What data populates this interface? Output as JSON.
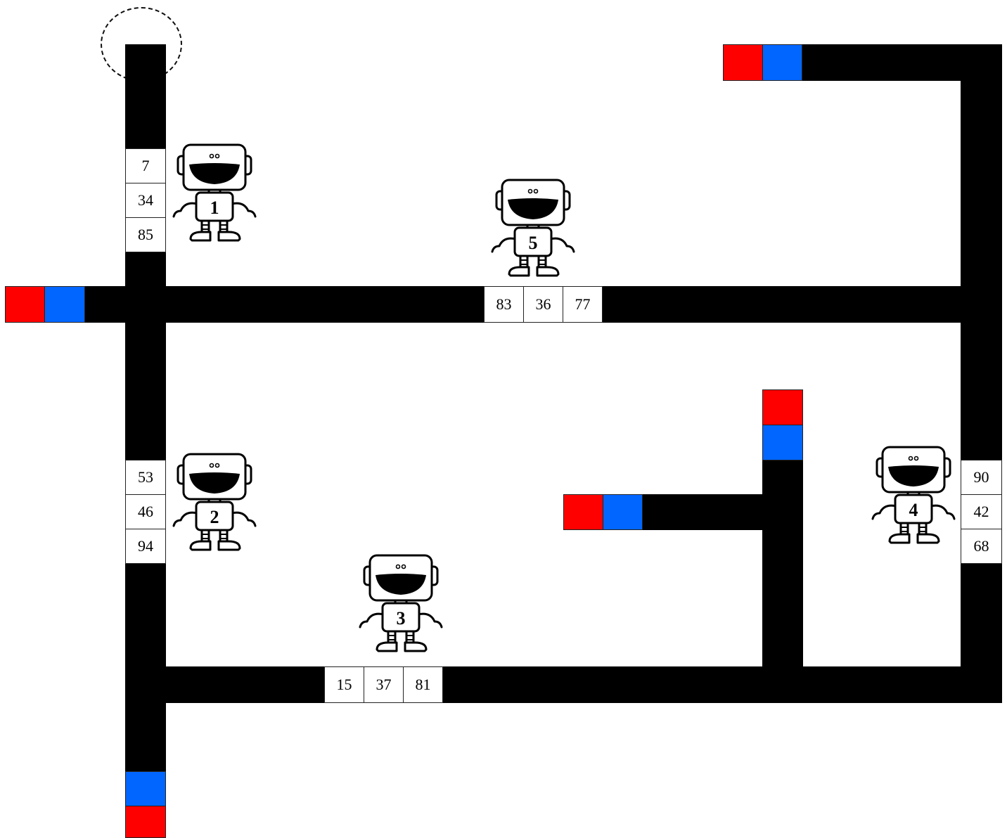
{
  "colors": {
    "road": "#000000",
    "red": "#ff0000",
    "blue": "#0066ff"
  },
  "robots": [
    {
      "number": "1"
    },
    {
      "number": "2"
    },
    {
      "number": "3"
    },
    {
      "number": "4"
    },
    {
      "number": "5"
    }
  ],
  "number_cells": {
    "robot1": [
      "7",
      "34",
      "85"
    ],
    "robot5": [
      "83",
      "36",
      "77"
    ],
    "robot2": [
      "53",
      "46",
      "94"
    ],
    "robot3": [
      "15",
      "37",
      "81"
    ],
    "robot4": [
      "90",
      "42",
      "68"
    ]
  },
  "exits": [
    {
      "name": "top-right",
      "colors": [
        "red",
        "blue"
      ]
    },
    {
      "name": "left",
      "colors": [
        "red",
        "blue"
      ]
    },
    {
      "name": "middle",
      "colors": [
        "red",
        "blue"
      ]
    },
    {
      "name": "inner-top",
      "colors": [
        "red",
        "blue"
      ]
    },
    {
      "name": "bottom",
      "colors": [
        "blue",
        "red"
      ]
    }
  ]
}
